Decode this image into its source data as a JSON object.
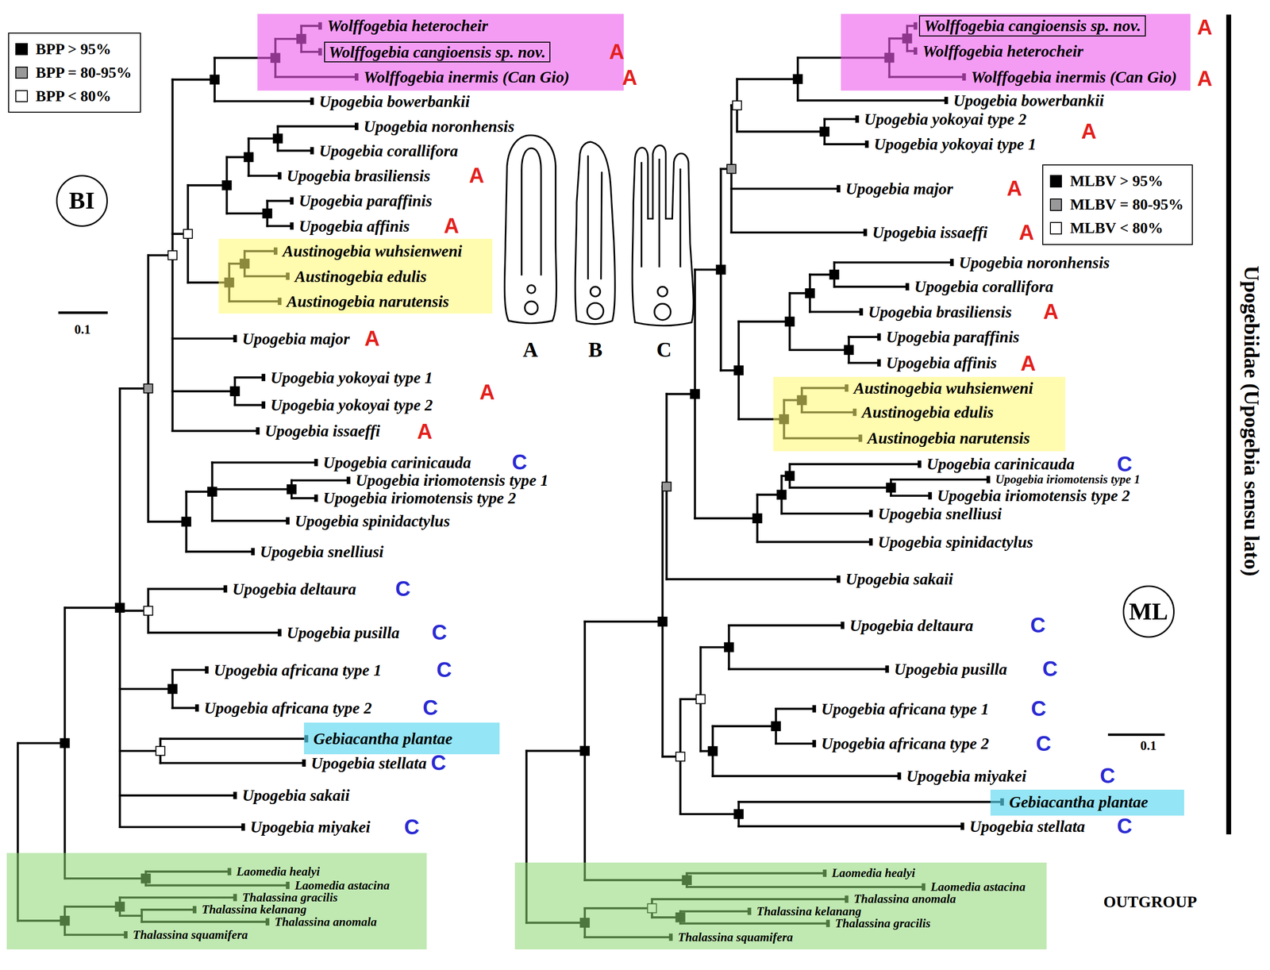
{
  "diagram": {
    "nodes": [
      {
        "text": [
          "BI"
        ]
      },
      {
        "text": [
          "Wolffogebia heterocheir",
          "Wolffogebia inermis (Can Gio)"
        ]
      },
      {
        "text": [
          "Wolffogebia cangioensis sp. nov."
        ],
        "in": 1
      },
      {
        "text": [
          "Austinogebia wuhsienweni",
          "Austinogebia edulis",
          "Austinogebia narutensis"
        ]
      },
      {
        "text": [
          "Gebiacantha plantae"
        ]
      },
      {
        "text": [
          "Laomedia healyi",
          "Laomedia astacina",
          "Thalassina gracilis",
          "Thalassina kelanang",
          "Thalassina anomala",
          "Thalassina squamifera"
        ]
      },
      {
        "text": [
          "Wolffogebia heterocheir",
          "Wolffogebia inermis (Can Gio)"
        ]
      },
      {
        "text": [
          "Wolffogebia cangioensis sp. nov."
        ],
        "in": 6
      },
      {
        "text": [
          "Austinogebia wuhsienweni",
          "Austinogebia edulis",
          "Austinogebia narutensis"
        ]
      },
      {
        "text": [
          "ML"
        ]
      },
      {
        "text": [
          "Gebiacantha plantae"
        ]
      },
      {
        "text": [
          "Laomedia healyi",
          "Laomedia astacina",
          "Thalassina anomala",
          "Thalassina kelanang",
          "Thalassina gracilis",
          "Thalassina squamifera"
        ]
      }
    ],
    "labels": [
      "Upogebia bowerbankii",
      "Upogebia noronhensis",
      "Upogebia corallifora",
      "Upogebia brasiliensis",
      "Upogebia paraffinis",
      "Upogebia affinis",
      "Upogebia major",
      "Upogebia yokoyai type 1",
      "Upogebia yokoyai type 2",
      "Upogebia issaeffi",
      "Upogebia carinicauda",
      "Upogebia iriomotensis type 1",
      "Upogebia iriomotensis type 2",
      "Upogebia spinidactylus",
      "Upogebia snelliusi",
      "Upogebia deltaura",
      "Upogebia pusilla",
      "Upogebia africana type 1",
      "Upogebia africana type 2",
      "Upogebia stellata",
      "Upogebia sakaii",
      "Upogebia miyakei",
      "Upogebia bowerbankii",
      "Upogebia yokoyai type 2",
      "Upogebia yokoyai type 1",
      "Upogebia major",
      "Upogebia issaeffi",
      "Upogebia noronhensis",
      "Upogebia corallifora",
      "Upogebia brasiliensis",
      "Upogebia paraffinis",
      "Upogebia affinis",
      "Upogebia carinicauda",
      "Upogebia iriomotensis type 1",
      "Upogebia iriomotensis type 2",
      "Upogebia snelliusi",
      "Upogebia spinidactylus",
      "Upogebia sakaii",
      "Upogebia deltaura",
      "Upogebia pusilla",
      "Upogebia africana type 1",
      "Upogebia africana type 2",
      "Upogebia miyakei",
      "Upogebia stellata",
      "A",
      "B",
      "C",
      "0.1",
      "0.1",
      "OUTGROUP",
      "Upogebiidae (Upogebia sensu lato)",
      "A",
      "A",
      "A",
      "A",
      "A",
      "A",
      "A",
      "C",
      "C",
      "C",
      "C",
      "C",
      "C",
      "C",
      "A",
      "A",
      "A",
      "A",
      "A",
      "A",
      "A",
      "C",
      "C",
      "C",
      "C",
      "C",
      "C",
      "C"
    ],
    "legend": [
      {
        "text": "BPP > 95%",
        "color": "#000000"
      },
      {
        "text": "BPP = 80-95%",
        "color": "#999999"
      },
      {
        "text": "BPP < 80%",
        "color": "#ffffff"
      },
      {
        "text": "MLBV > 95%",
        "color": "#000000"
      },
      {
        "text": "MLBV = 80-95%",
        "color": "#999999"
      },
      {
        "text": "MLBV < 80%",
        "color": "#ffffff"
      }
    ]
  }
}
